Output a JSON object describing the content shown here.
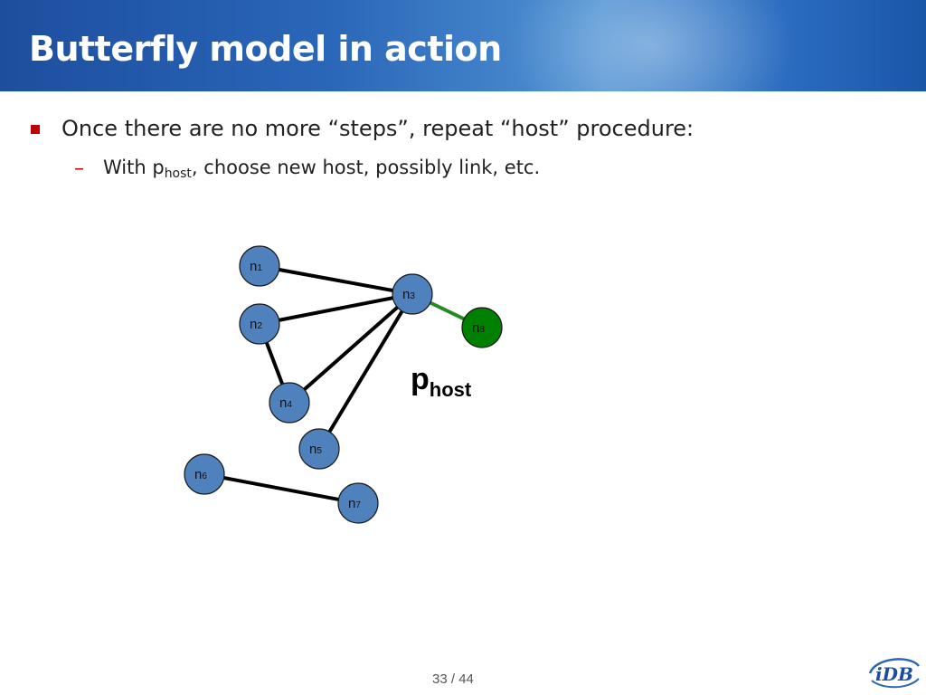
{
  "slide": {
    "title": "Butterfly model in action",
    "bullet": "Once there are no more “steps”, repeat “host” procedure:",
    "sub_bullet": {
      "prefix": "With p",
      "subscript": "host",
      "suffix": ", choose new host, possibly link, etc."
    },
    "page": {
      "current": "33",
      "separator": "/",
      "total": "44"
    },
    "logo_text": "iDB"
  },
  "diagram": {
    "label": {
      "main": "p",
      "sub": "host"
    },
    "colors": {
      "node": "#4f81bd",
      "highlight_node": "#008000",
      "edge": "#000000",
      "highlight_edge": "#228b22"
    },
    "nodes": [
      {
        "id": "n1",
        "base": "n",
        "sub": "1"
      },
      {
        "id": "n2",
        "base": "n",
        "sub": "2"
      },
      {
        "id": "n3",
        "base": "n",
        "sub": "3"
      },
      {
        "id": "n4",
        "base": "n",
        "sub": "4"
      },
      {
        "id": "n5",
        "base": "n",
        "sub": "5"
      },
      {
        "id": "n6",
        "base": "n",
        "sub": "6"
      },
      {
        "id": "n7",
        "base": "n",
        "sub": "7"
      },
      {
        "id": "n8",
        "base": "n",
        "sub": "8",
        "highlight": true
      }
    ],
    "edges": [
      [
        "n1",
        "n3"
      ],
      [
        "n2",
        "n3"
      ],
      [
        "n3",
        "n4"
      ],
      [
        "n3",
        "n5"
      ],
      [
        "n2",
        "n4"
      ],
      [
        "n6",
        "n7"
      ],
      [
        "n3",
        "n8"
      ]
    ]
  }
}
